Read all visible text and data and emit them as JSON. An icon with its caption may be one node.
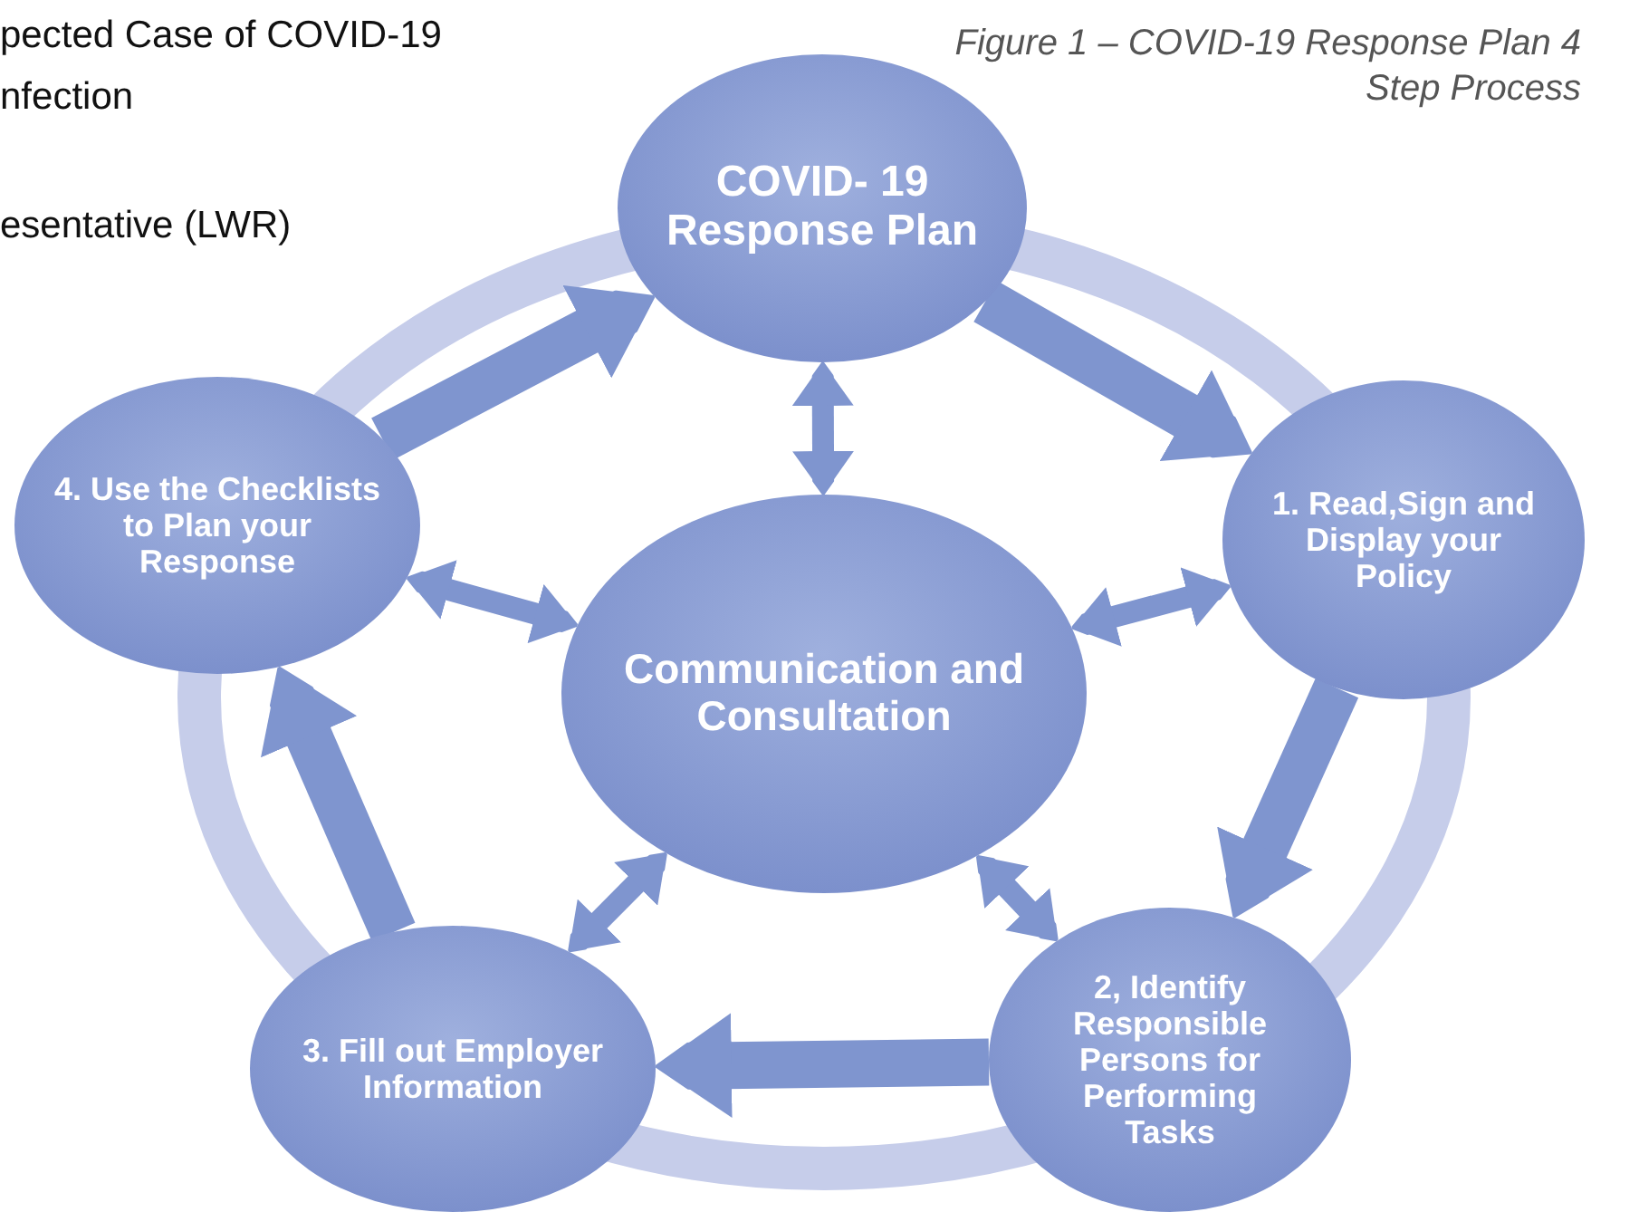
{
  "diagram": {
    "caption": "Figure 1 – COVID-19 Response Plan 4 Step Process",
    "nodes": [
      {
        "text": [
          "COVID- 19 Response Plan"
        ]
      },
      {
        "text": [
          "1. Read,Sign and Display your Policy"
        ]
      },
      {
        "text": [
          "2, Identify Responsible Persons for Performing Tasks"
        ]
      },
      {
        "text": [
          "3. Fill out Employer Information"
        ]
      },
      {
        "text": [
          "4. Use the Checklists to Plan your Response"
        ]
      },
      {
        "text": [
          "Communication and Consultation"
        ]
      }
    ],
    "edges": [
      {
        "from": 0,
        "to": 1,
        "arrow": "to",
        "style": "thick"
      },
      {
        "from": 1,
        "to": 2,
        "arrow": "to",
        "style": "thick"
      },
      {
        "from": 2,
        "to": 3,
        "arrow": "to",
        "style": "thick"
      },
      {
        "from": 3,
        "to": 4,
        "arrow": "to",
        "style": "thick"
      },
      {
        "from": 4,
        "to": 0,
        "arrow": "to",
        "style": "thick"
      },
      {
        "from": 5,
        "to": 0,
        "arrow": "both"
      },
      {
        "from": 5,
        "to": 1,
        "arrow": "both"
      },
      {
        "from": 5,
        "to": 2,
        "arrow": "both"
      },
      {
        "from": 5,
        "to": 3,
        "arrow": "both"
      },
      {
        "from": 5,
        "to": 4,
        "arrow": "both"
      }
    ],
    "labels": [
      "pected Case of COVID-19",
      "nfection",
      "esentative (LWR)"
    ]
  }
}
